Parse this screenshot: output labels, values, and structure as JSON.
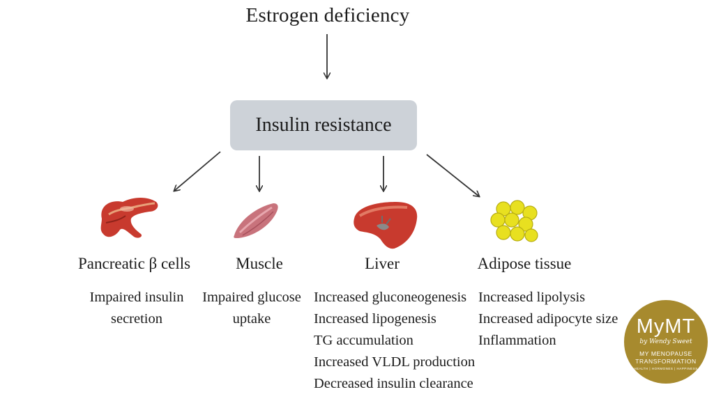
{
  "title": "Estrogen deficiency",
  "hub": "Insulin resistance",
  "organs": [
    {
      "label": "Pancreatic β cells",
      "icon": "pancreas-icon",
      "effects": [
        "Impaired insulin",
        "secretion"
      ]
    },
    {
      "label": "Muscle",
      "icon": "muscle-icon",
      "effects": [
        "Impaired glucose",
        "uptake"
      ]
    },
    {
      "label": "Liver",
      "icon": "liver-icon",
      "effects": [
        "Increased gluconeogenesis",
        "Increased lipogenesis",
        "TG accumulation",
        "Increased VLDL production",
        "Decreased insulin clearance"
      ]
    },
    {
      "label": "Adipose tissue",
      "icon": "adipose-tissue-icon",
      "effects": [
        "Increased lipolysis",
        "Increased adipocyte size",
        "Inflammation"
      ]
    }
  ],
  "badge": {
    "logo": "MyMT",
    "signature": "by Wendy Sweet",
    "line1": "MY MENOPAUSE",
    "line2": "TRANSFORMATION",
    "line3": "HEALTH | HORMONES | HAPPINESS"
  },
  "colors": {
    "hub_fill": "#cdd2d8",
    "badge_fill": "#a78a2e",
    "organ_red": "#c83a2e",
    "fat_yellow": "#e8e020"
  }
}
